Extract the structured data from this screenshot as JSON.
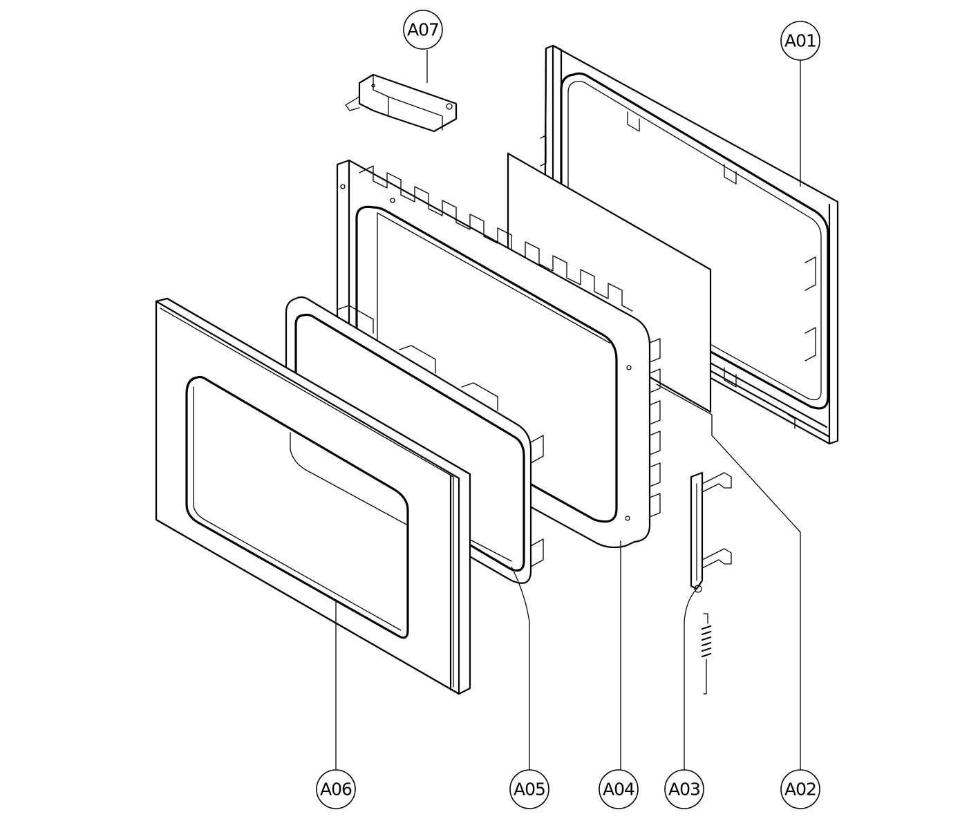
{
  "callouts": [
    {
      "id": "A01",
      "label": "A01"
    },
    {
      "id": "A02",
      "label": "A02"
    },
    {
      "id": "A03",
      "label": "A03"
    },
    {
      "id": "A04",
      "label": "A04"
    },
    {
      "id": "A05",
      "label": "A05"
    },
    {
      "id": "A06",
      "label": "A06"
    },
    {
      "id": "A07",
      "label": "A07"
    }
  ]
}
